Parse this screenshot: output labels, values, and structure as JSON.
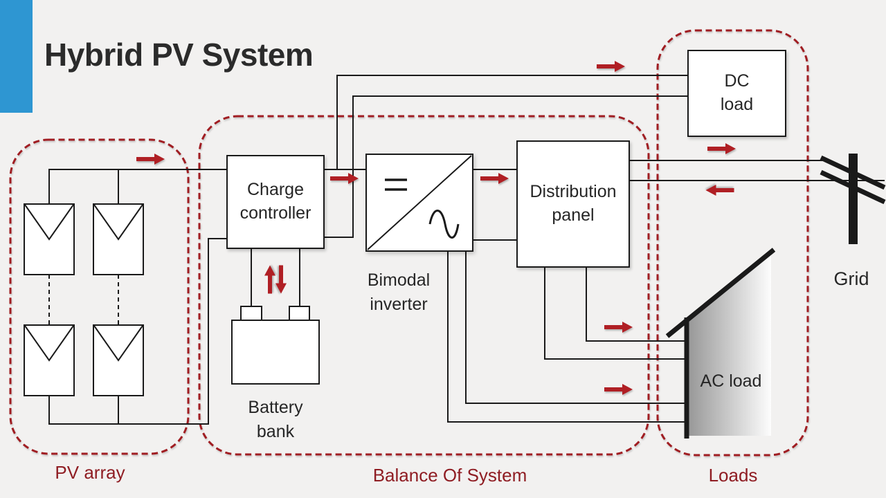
{
  "title": "Hybrid PV System",
  "colors": {
    "bg": "#f2f1f0",
    "accent": "#2e96d2",
    "wire": "#1a1a1a",
    "red": "#b01f24",
    "boundary": "#a01d22",
    "label-red": "#8f1d23",
    "ink": "#262626"
  },
  "groups": {
    "pv_array": {
      "label": "PV array"
    },
    "balance_of_system": {
      "label": "Balance Of System"
    },
    "loads": {
      "label": "Loads"
    }
  },
  "components": {
    "charge_controller": {
      "label": "Charge\ncontroller"
    },
    "bimodal_inverter": {
      "label": "Bimodal\ninverter"
    },
    "distribution_panel": {
      "label": "Distribution\npanel"
    },
    "battery_bank": {
      "label": "Battery\nbank"
    },
    "dc_load": {
      "label": "DC\nload"
    },
    "ac_load": {
      "label": "AC load"
    },
    "grid": {
      "label": "Grid"
    }
  }
}
